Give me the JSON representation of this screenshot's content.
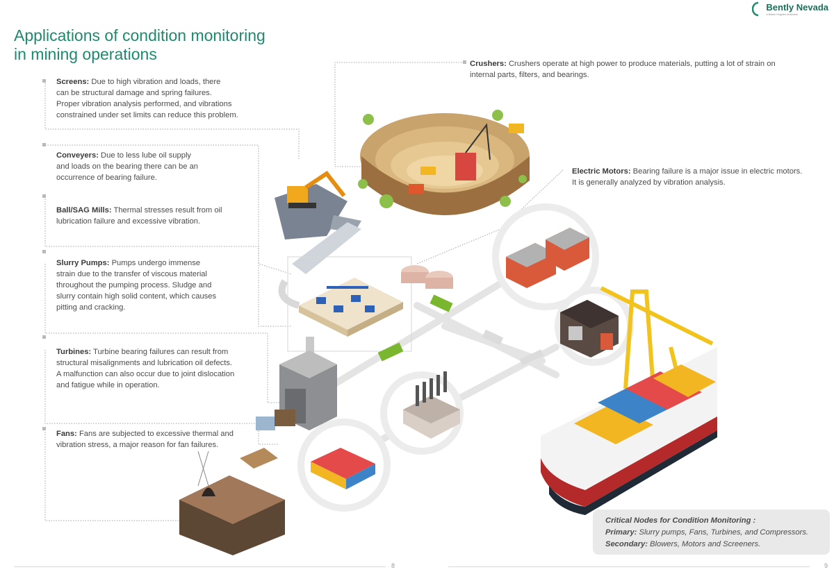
{
  "header": {
    "title_line1": "Applications of condition monitoring",
    "title_line2": "in mining operations",
    "brand_name": "Bently Nevada",
    "brand_sub": "a Baker Hughes business"
  },
  "items": [
    {
      "id": "screens",
      "label": "Screens:",
      "lines": [
        "Due to high vibration and loads, there",
        "can be structural damage and spring failures.",
        "Proper vibration analysis performed, and vibrations",
        "constrained under set limits can reduce this problem."
      ]
    },
    {
      "id": "conveyers",
      "label": "Conveyers:",
      "lines": [
        "Due to less lube oil supply",
        "and loads on the bearing there can be an",
        "occurrence of bearing failure."
      ]
    },
    {
      "id": "mills",
      "label": "Ball/SAG Mills:",
      "lines": [
        "Thermal stresses result from oil",
        "lubrication failure and excessive vibration."
      ]
    },
    {
      "id": "pumps",
      "label": "Slurry Pumps:",
      "lines": [
        "Pumps undergo immense",
        "strain due to the transfer of viscous material",
        "throughout the pumping process. Sludge and",
        "slurry contain high solid content, which causes",
        "pitting and cracking."
      ]
    },
    {
      "id": "turbines",
      "label": "Turbines:",
      "lines": [
        "Turbine bearing failures can result from",
        "structural misalignments and lubrication oil defects.",
        "A malfunction can also occur due to joint dislocation",
        "and fatigue while in operation."
      ]
    },
    {
      "id": "fans",
      "label": "Fans:",
      "lines": [
        "Fans are subjected to excessive thermal and",
        "vibration stress, a major reason for fan failures."
      ]
    },
    {
      "id": "crushers",
      "label": "Crushers:",
      "lines": [
        "Crushers operate at high power to produce materials, putting a lot of strain on",
        "internal parts, filters, and bearings."
      ]
    },
    {
      "id": "motors",
      "label": "Electric Motors:",
      "lines": [
        "Bearing failure is a major issue in electric motors.",
        "It is generally analyzed by vibration analysis."
      ]
    }
  ],
  "callout": {
    "heading": "Critical Nodes for Condition Monitoring :",
    "primary_label": "Primary:",
    "primary_text": "Slurry pumps, Fans, Turbines, and Compressors.",
    "secondary_label": "Secondary:",
    "secondary_text": "Blowers, Motors and Screeners."
  },
  "footer": {
    "page_left": "8",
    "page_right": "9"
  },
  "colors": {
    "accent": "#1d8a6c",
    "text": "#4b4b4b",
    "leader": "#9a9a9a"
  }
}
